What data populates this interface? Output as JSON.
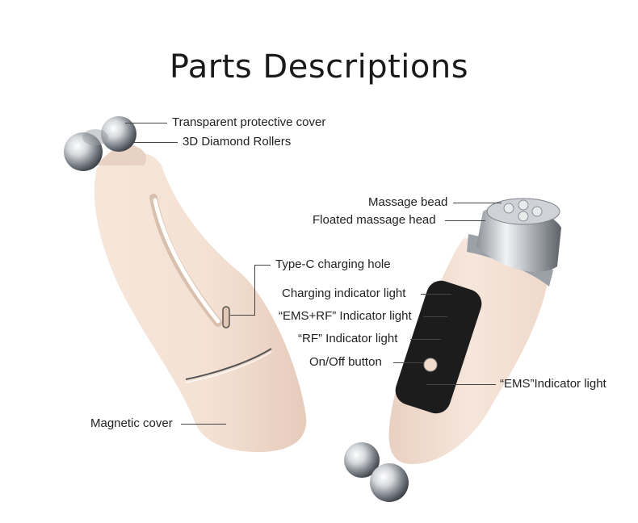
{
  "title": "Parts Descriptions",
  "labels": {
    "transparent_cover": "Transparent protective cover",
    "diamond_rollers": "3D Diamond Rollers",
    "type_c": "Type-C charging hole",
    "magnetic_cover": "Magnetic cover",
    "massage_bead": "Massage bead",
    "floated_head": "Floated massage head",
    "charging_light": "Charging indicator light",
    "ems_rf_light": "“EMS+RF” Indicator light",
    "rf_light": "“RF” Indicator light",
    "onoff": "On/Off button",
    "ems_light": "“EMS”Indicator light"
  },
  "colors": {
    "body": "#f5e3d6",
    "body_shadow": "#e8cdbd",
    "panel": "#1c1c1c",
    "chrome": "#c9ccd0"
  }
}
